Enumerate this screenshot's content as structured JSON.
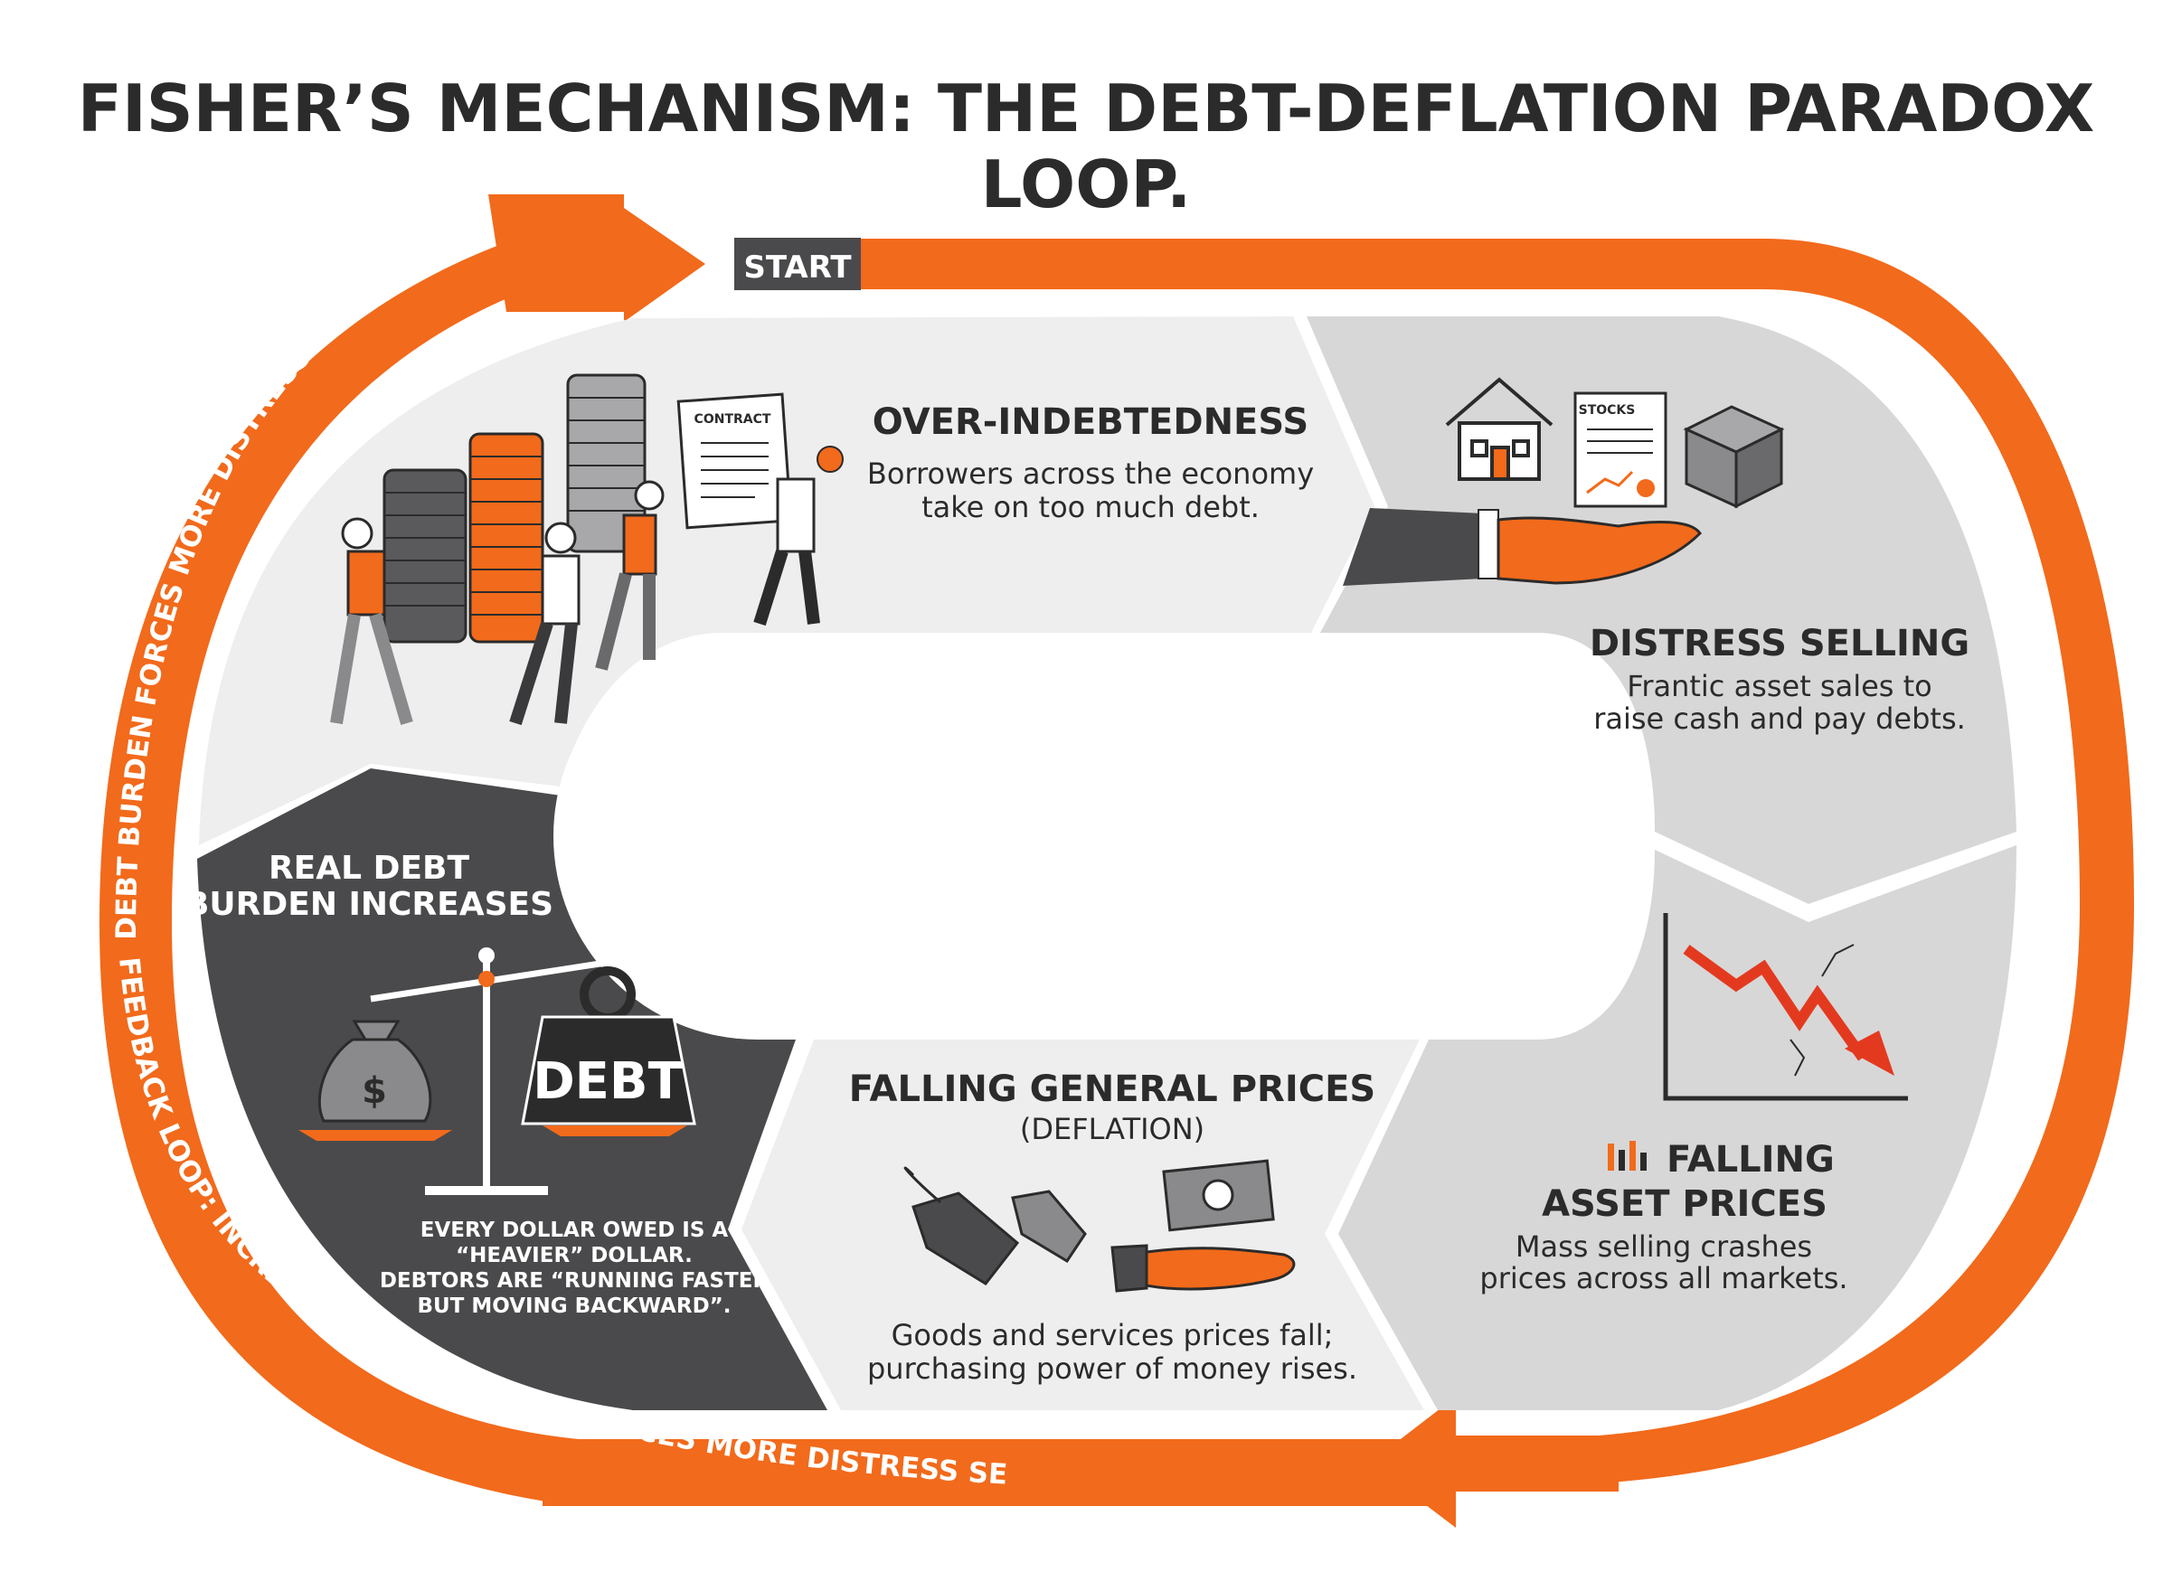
{
  "title": "FISHER’S MECHANISM: THE DEBT-DEFLATION PARADOX LOOP.",
  "start_label": "START",
  "feedback_text": "FEEDBACK LOOP: INCREASED DEBT BURDEN FORCES MORE DISTRESS SELLING.",
  "feedback_text_upper": "DEBT BURDEN FORCES MORE DISTRESS SELLING.",
  "colors": {
    "accent": "#f26a1b",
    "dark": "#4a4a4c",
    "light": "#eeeeef",
    "mid": "#d7d7d8",
    "text": "#2b2b2b"
  },
  "stages": {
    "over_indebtedness": {
      "heading": "OVER-INDEBTEDNESS",
      "line1": "Borrowers across the economy",
      "line2": "take on too much debt.",
      "contract_label": "CONTRACT"
    },
    "distress_selling": {
      "heading": "DISTRESS SELLING",
      "line1": "Frantic asset sales to",
      "line2": "raise cash and pay debts.",
      "stocks_label": "STOCKS"
    },
    "falling_asset_prices": {
      "heading1": "FALLING",
      "heading2": "ASSET PRICES",
      "line1": "Mass selling crashes",
      "line2": "prices across all markets."
    },
    "falling_general_prices": {
      "heading": "FALLING GENERAL PRICES",
      "subheading": "(DEFLATION)",
      "line1": "Goods and services prices fall;",
      "line2": "purchasing power of money rises."
    },
    "real_debt_burden": {
      "heading1": "REAL DEBT",
      "heading2": "BURDEN INCREASES",
      "debt_label": "DEBT",
      "dollar_symbol": "$",
      "note1": "EVERY DOLLAR OWED IS A",
      "note2": "“HEAVIER” DOLLAR.",
      "note3": "DEBTORS ARE “RUNNING FASTER",
      "note4": "BUT MOVING BACKWARD”."
    }
  }
}
